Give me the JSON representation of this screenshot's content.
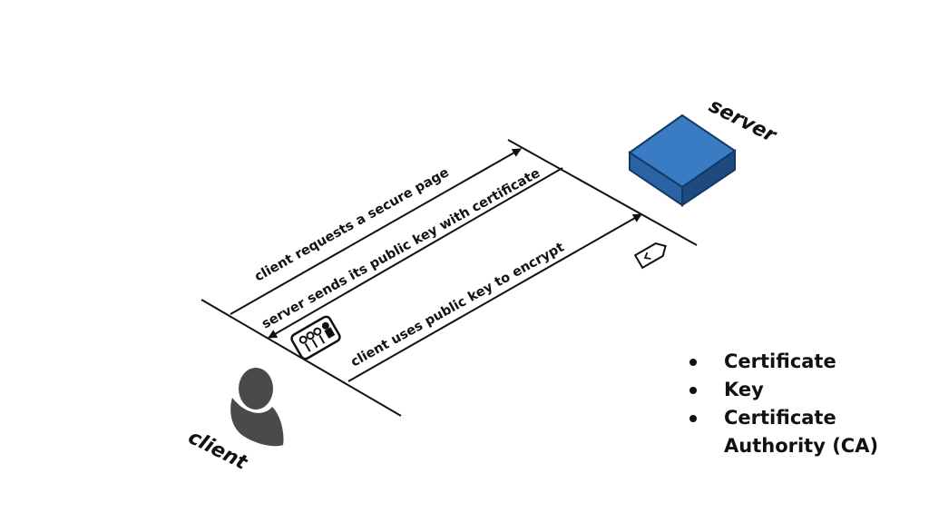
{
  "diagram": {
    "server_label": "server",
    "client_label": "client",
    "messages": [
      "client requests a secure page",
      "server sends its public key with certificate",
      "client uses public key to encrypt"
    ],
    "server_color": "#2f6cb0"
  },
  "bullets": [
    "Certificate",
    "Key",
    "Certificate Authority (CA)"
  ]
}
